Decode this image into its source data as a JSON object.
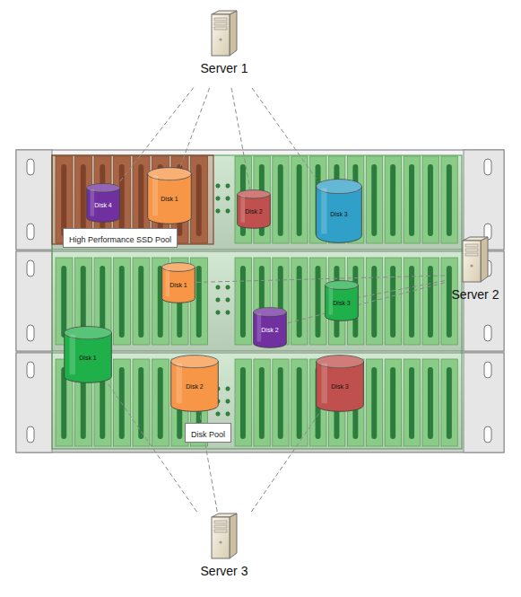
{
  "diagram": {
    "nodes": [
      {
        "text": [
          "Server 1"
        ]
      },
      {
        "text": [
          "Disk Pool"
        ]
      },
      {
        "text": [
          "High Performance SSD Pool"
        ],
        "in": 1
      },
      {
        "text": [
          "Disk 4"
        ],
        "in": 2
      },
      {
        "text": [
          "Disk 1"
        ],
        "in": 2
      },
      {
        "text": [
          "Disk 2"
        ],
        "in": 1
      },
      {
        "text": [
          "Disk 3"
        ],
        "in": 1
      },
      {
        "text": [
          "Disk 1"
        ],
        "in": 1
      },
      {
        "text": [
          "Disk 3"
        ],
        "in": 1
      },
      {
        "text": [
          "Disk 2"
        ],
        "in": 1
      },
      {
        "text": [
          "Server 2"
        ]
      },
      {
        "text": [
          "Disk 1"
        ],
        "in": 1
      },
      {
        "text": [
          "Disk 2"
        ],
        "in": 1
      },
      {
        "text": [
          "Disk 3"
        ],
        "in": 1
      },
      {
        "text": [
          "Server 3"
        ]
      }
    ],
    "edges": [
      {
        "from": 0,
        "to": 3,
        "arrow": "none"
      },
      {
        "from": 0,
        "to": 4,
        "arrow": "none"
      },
      {
        "from": 0,
        "to": 5,
        "arrow": "none"
      },
      {
        "from": 0,
        "to": 6,
        "arrow": "none"
      },
      {
        "from": 10,
        "to": 7,
        "arrow": "none"
      },
      {
        "from": 10,
        "to": 8,
        "arrow": "none"
      },
      {
        "from": 10,
        "to": 9,
        "arrow": "none"
      },
      {
        "from": 14,
        "to": 11,
        "arrow": "none"
      },
      {
        "from": 14,
        "to": 12,
        "arrow": "none"
      },
      {
        "from": 14,
        "to": 13,
        "arrow": "none"
      }
    ]
  }
}
